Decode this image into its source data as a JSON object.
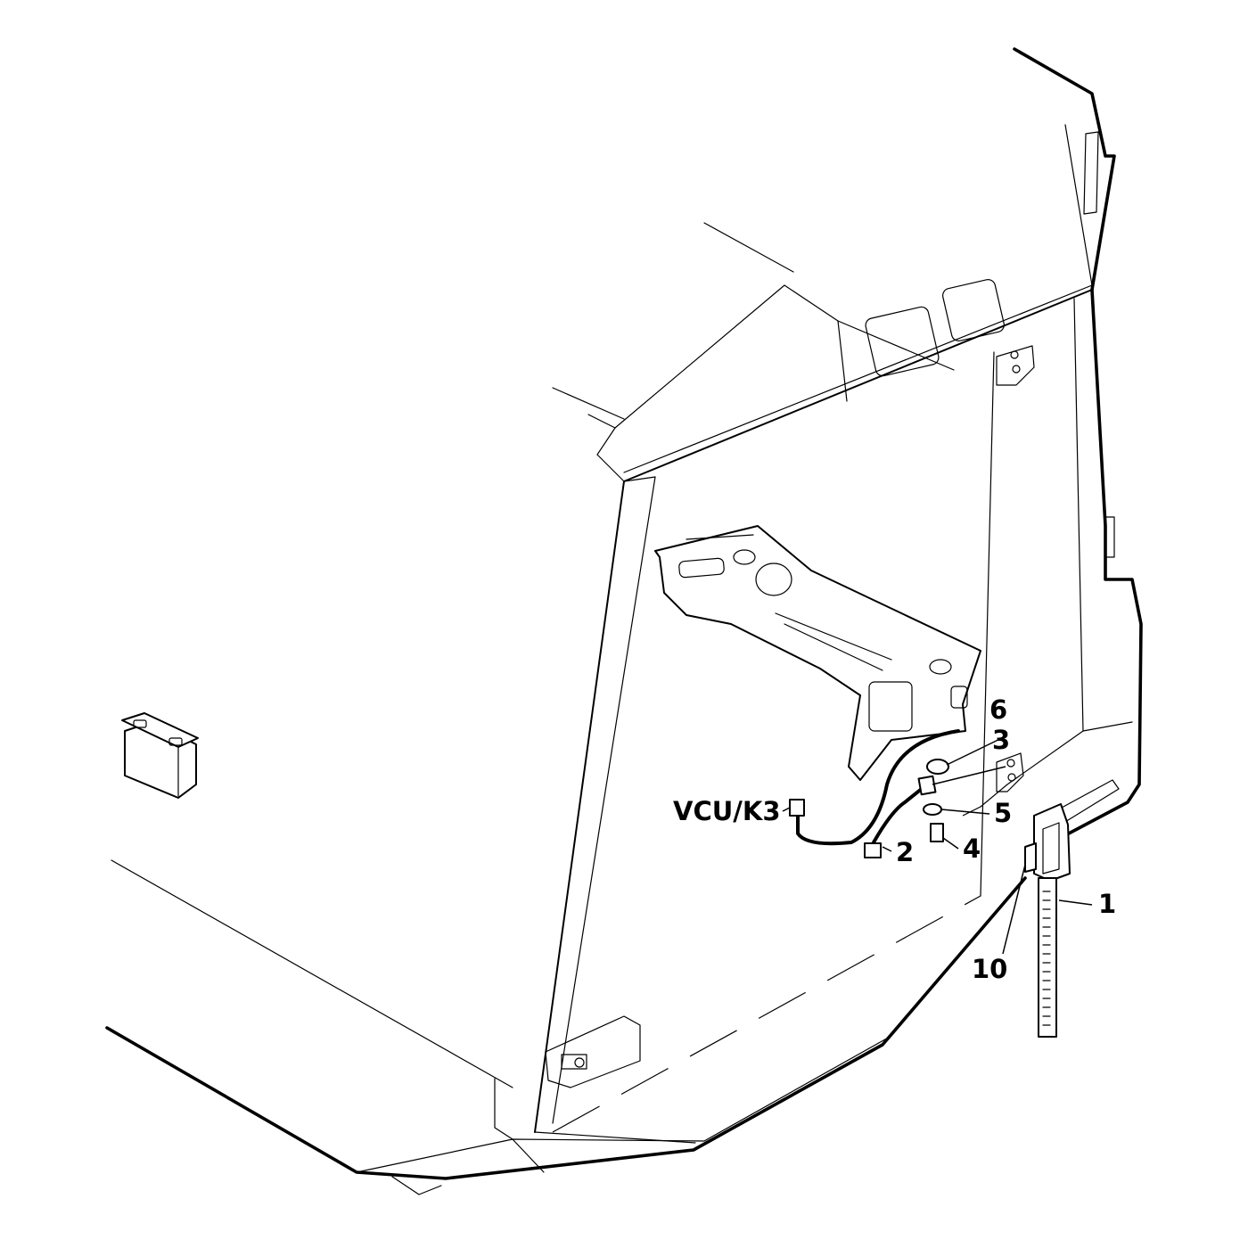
{
  "diagram": {
    "callouts": {
      "c1": "1",
      "c2": "2",
      "c3": "3",
      "c4": "4",
      "c5": "5",
      "c6": "6",
      "c10": "10",
      "vcu": "VCU/K3"
    }
  }
}
